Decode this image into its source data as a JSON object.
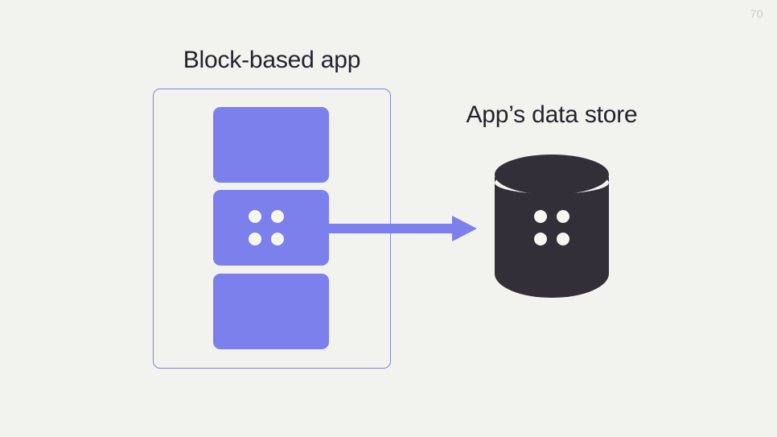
{
  "slide": {
    "page_number": "70",
    "background_color": "#F2F3EF"
  },
  "left_section": {
    "title": "Block-based app",
    "container": {
      "name": "app-boundary",
      "border_color": "#8086D8"
    },
    "blocks": [
      {
        "label": "",
        "has_dots": false,
        "fill": "#7B80EC"
      },
      {
        "label": "",
        "has_dots": true,
        "fill": "#7B80EC"
      },
      {
        "label": "",
        "has_dots": false,
        "fill": "#7B80EC"
      }
    ],
    "block_dot_color": "#F7F7F2"
  },
  "connector": {
    "icon": "arrow-right-icon",
    "color": "#7B80EC",
    "direction": "left-to-right"
  },
  "right_section": {
    "title": "App’s data store",
    "datastore": {
      "icon": "database-cylinder-icon",
      "fill": "#332F38",
      "dot_color": "#F7F7F2",
      "dot_count": 4
    }
  }
}
